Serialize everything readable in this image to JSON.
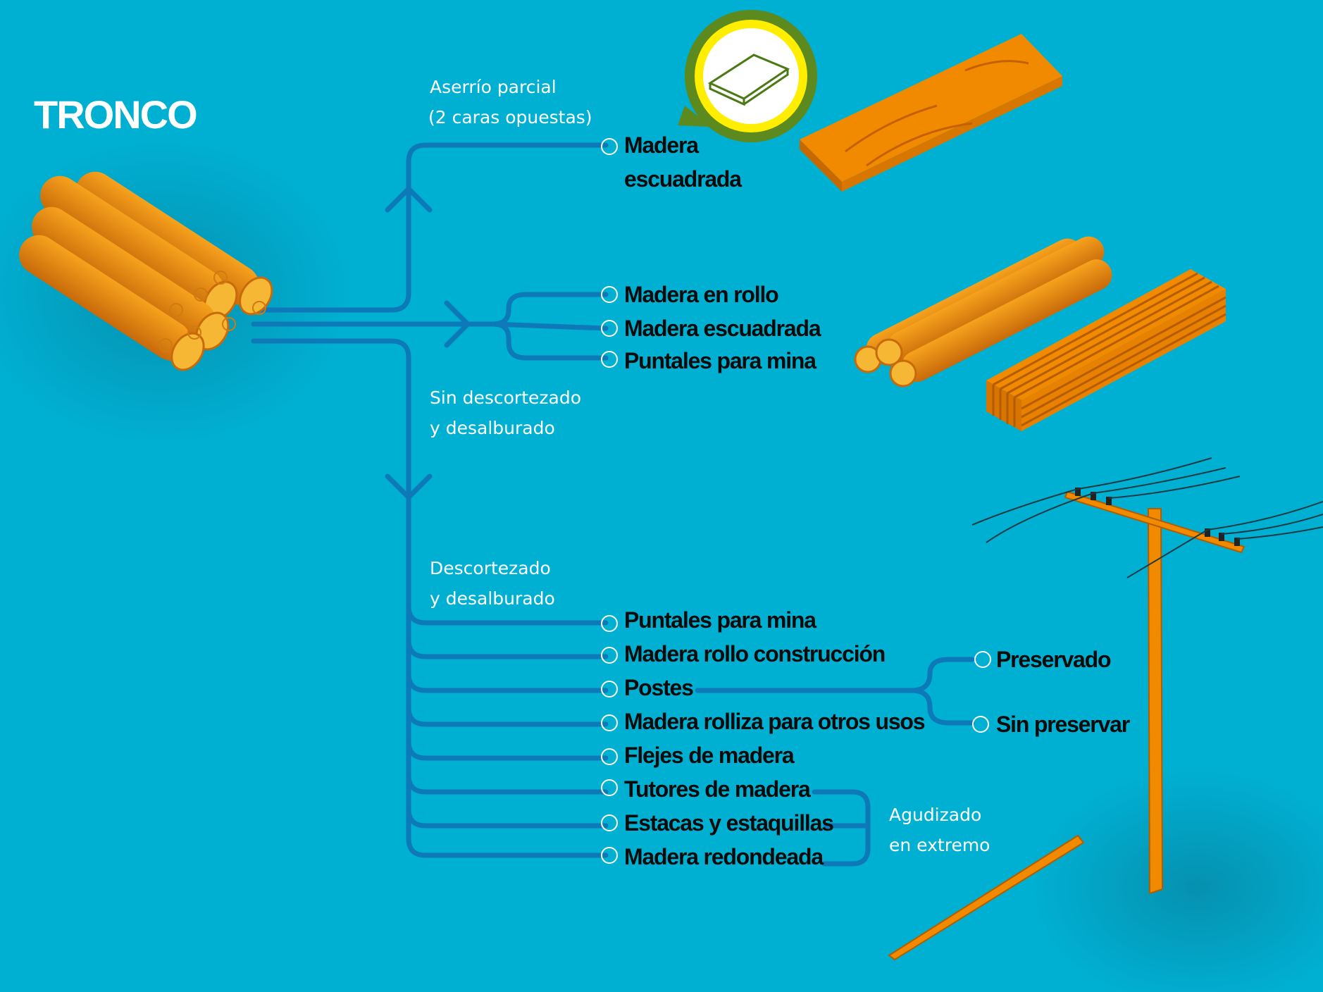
{
  "title": "TRONCO",
  "colors": {
    "background": "#00b0d2",
    "line": "#0d79b8",
    "wood": "#f28a00",
    "badge_ring": "#5c8a1f",
    "badge_fill": "#ffee00"
  },
  "branches": {
    "partial": {
      "caption_line1": "Aserrío parcial",
      "caption_line2": "(2 caras opuestas)",
      "product": "Madera escuadrada"
    },
    "unbarked": {
      "caption_line1": "Sin descortezado",
      "caption_line2": "y desalburado",
      "products": [
        "Madera en rollo",
        "Madera escuadrada",
        "Puntales para mina"
      ]
    },
    "barked": {
      "caption_line1": "Descortezado",
      "caption_line2": "y desalburado",
      "products": [
        "Puntales para mina",
        "Madera rollo construcción",
        "Postes",
        "Madera rolliza para otros usos",
        "Flejes de madera",
        "Tutores de madera",
        "Estacas y estaquillas",
        "Madera redondeada"
      ]
    },
    "postes_sub": [
      "Preservado",
      "Sin preservar"
    ],
    "sharpened": {
      "line1": "Agudizado",
      "line2": "en extremo"
    }
  },
  "icons": [
    "log-pile-icon",
    "squared-board-icon",
    "badge-board-icon",
    "round-logs-icon",
    "lumber-stack-icon",
    "utility-pole-icon",
    "stake-icon"
  ]
}
